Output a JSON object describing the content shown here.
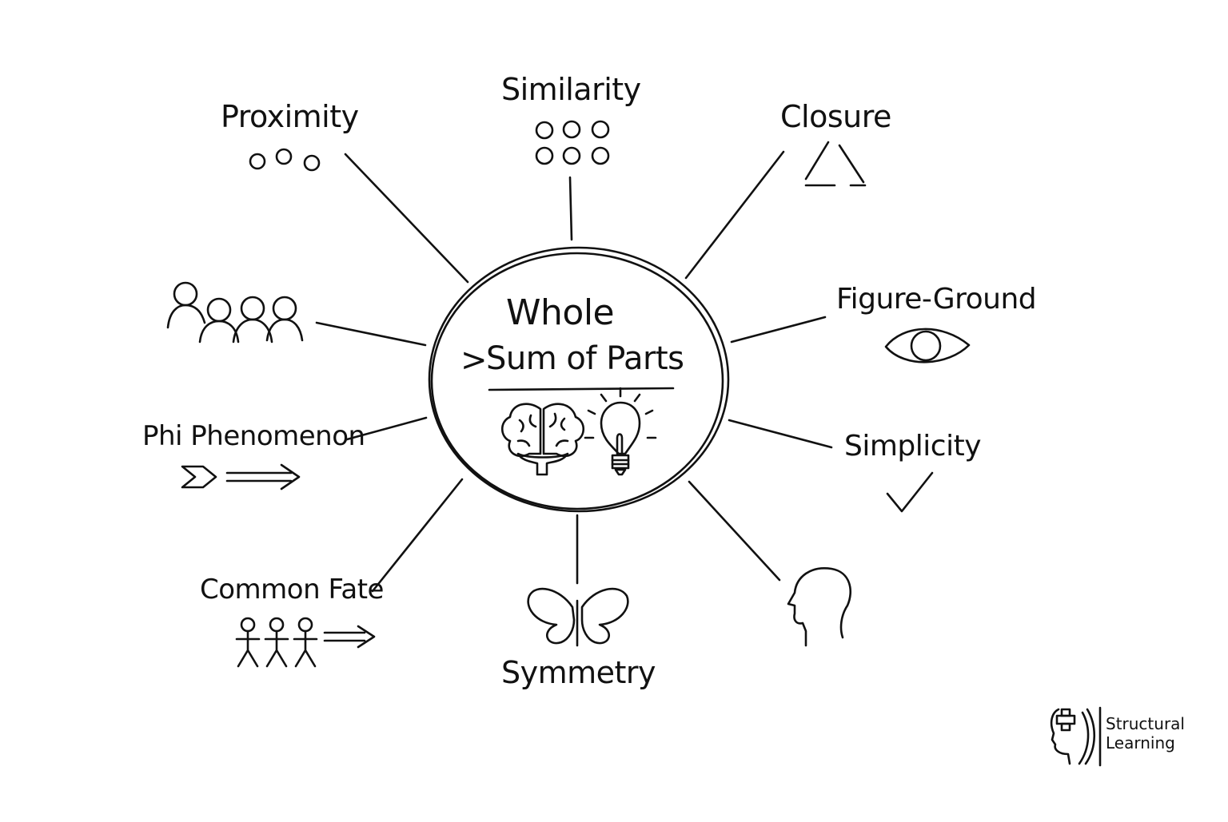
{
  "center": {
    "line1": "Whole",
    "line2": "Sum of Parts",
    "operator": ">",
    "icons": [
      "brain-icon",
      "lightbulb-icon"
    ]
  },
  "principles": [
    {
      "label": "Proximity",
      "icon": "proximity-dots-icon"
    },
    {
      "label": "Similarity",
      "icon": "similarity-dots-icon"
    },
    {
      "label": "Closure",
      "icon": "incomplete-triangle-icon"
    },
    {
      "label": "Figure-Ground",
      "icon": "eye-icon"
    },
    {
      "label": "Simplicity",
      "icon": "checkmark-icon"
    },
    {
      "label": "",
      "icon": "head-profile-icon"
    },
    {
      "label": "Symmetry",
      "icon": "butterfly-icon"
    },
    {
      "label": "Common Fate",
      "icon": "stick-figures-arrow-icon"
    },
    {
      "label": "Phi Phenomenon",
      "icon": "chevron-arrow-icon"
    },
    {
      "label": "",
      "icon": "people-group-icon"
    }
  ],
  "logo": {
    "line1": "Structural",
    "line2": "Learning",
    "icon": "puzzle-head-logo-icon"
  },
  "colors": {
    "ink": "#111111",
    "background": "#ffffff",
    "hatch": "#555555"
  }
}
